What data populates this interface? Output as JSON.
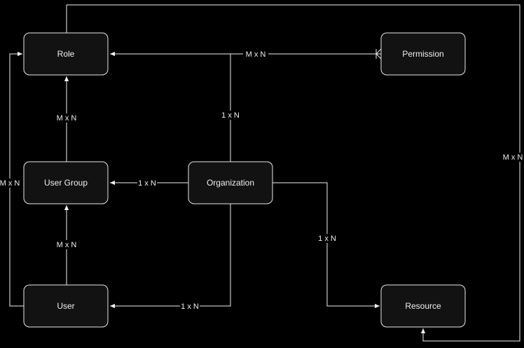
{
  "nodes": {
    "role": "Role",
    "permission": "Permission",
    "user_group": "User Group",
    "organization": "Organization",
    "user": "User",
    "resource": "Resource"
  },
  "edges": {
    "permission_role": "M x N",
    "organization_role": "1 x N",
    "user_group_role": "M x N",
    "user_role": "M x N",
    "organization_user_group": "1 x N",
    "user_user_group": "M x N",
    "organization_user": "1 x N",
    "organization_resource": "1 x N",
    "role_resource": "M x N"
  },
  "colors": {
    "background": "#000000",
    "stroke": "#f0f0f0",
    "node_fill": "#121212"
  }
}
